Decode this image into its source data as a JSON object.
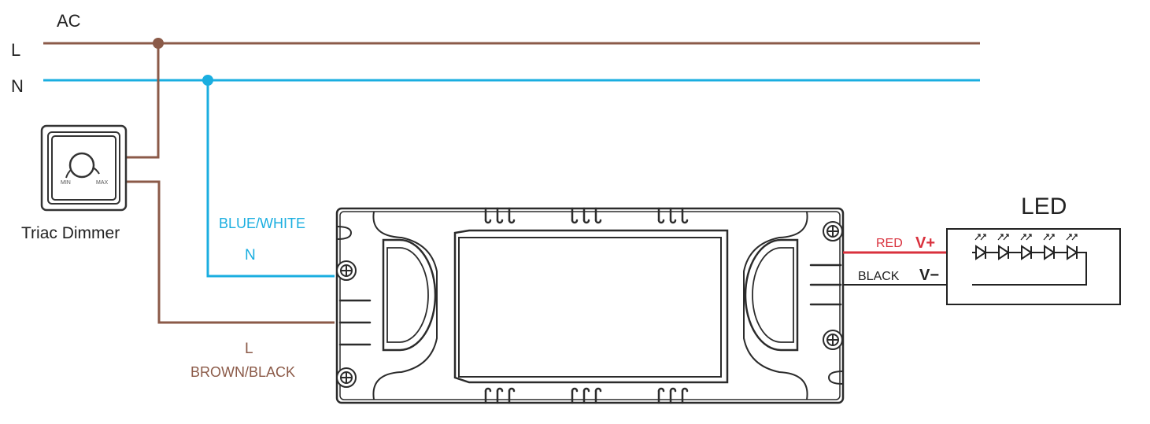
{
  "labels": {
    "ac": "AC",
    "line": "L",
    "neutral": "N",
    "dimmer": "Triac Dimmer",
    "dimmer_min": "MIN",
    "dimmer_max": "MAX",
    "blue_white": "BLUE/WHITE",
    "n_wire": "N",
    "l_wire": "L",
    "brown_black": "BROWN/BLACK",
    "red": "RED",
    "v_plus": "V+",
    "black": "BLACK",
    "v_minus": "V−",
    "led": "LED"
  },
  "colors": {
    "live": "#8b5a48",
    "neutral": "#1aaee0",
    "positive": "#d9313d",
    "negative": "#222222",
    "outline": "#2b2b2b"
  },
  "led": {
    "count": 5
  }
}
